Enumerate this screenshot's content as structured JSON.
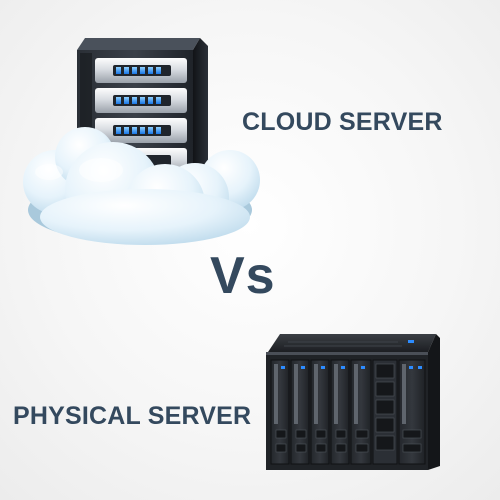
{
  "labels": {
    "cloud_server": "CLOUD SERVER",
    "versus": "Vs",
    "physical_server": "PHYSICAL SERVER"
  },
  "icons": {
    "cloud_server": "cloud-server-icon",
    "physical_server": "physical-server-icon"
  },
  "colors": {
    "text": "#34495e",
    "led_blue": "#2d8cff",
    "cloud": "#dceef8",
    "server_dark": "#1b1d21"
  }
}
